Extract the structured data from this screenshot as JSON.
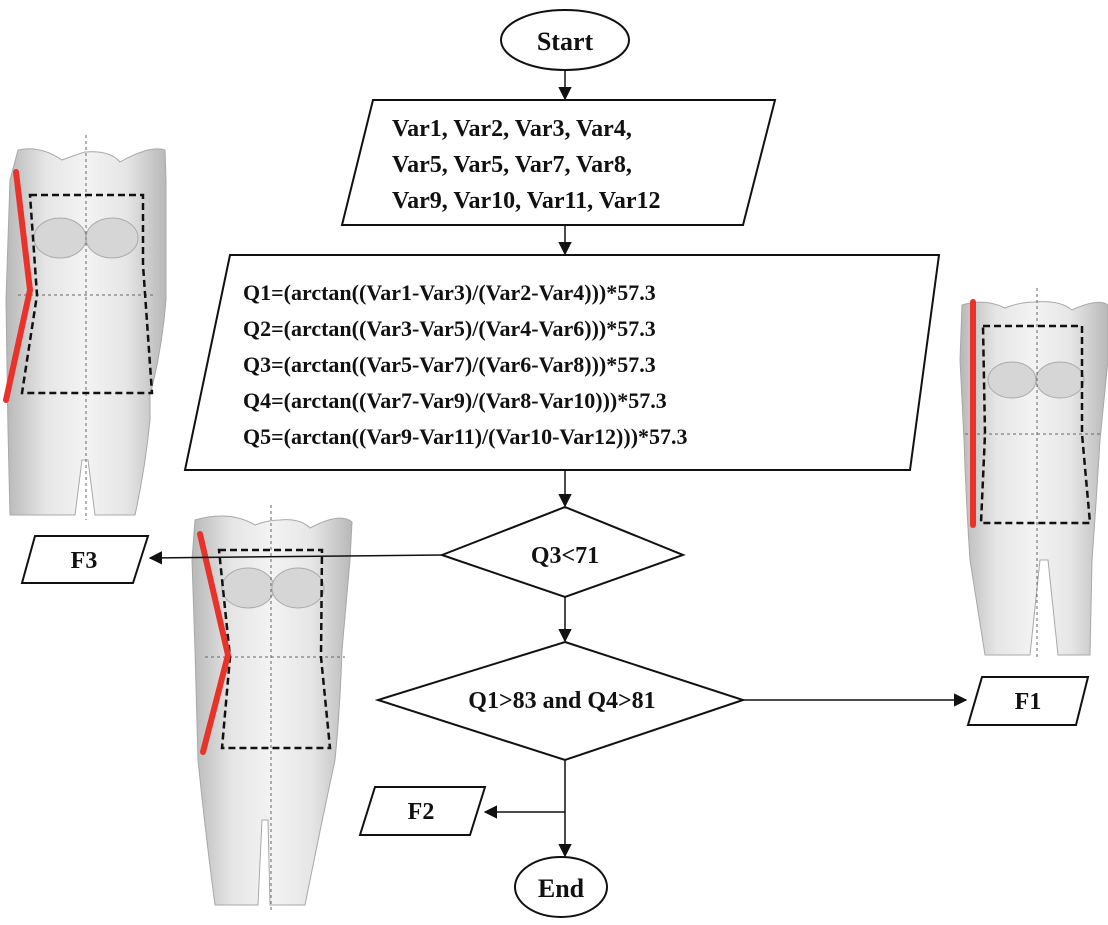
{
  "flowchart": {
    "start": "Start",
    "end": "End",
    "input_lines": [
      "Var1, Var2, Var3, Var4,",
      "Var5, Var5, Var7, Var8,",
      "Var9, Var10, Var11, Var12"
    ],
    "formula_lines": [
      "Q1=(arctan((Var1-Var3)/(Var2-Var4)))*57.3",
      "Q2=(arctan((Var3-Var5)/(Var4-Var6)))*57.3",
      "Q3=(arctan((Var5-Var7)/(Var6-Var8)))*57.3",
      "Q4=(arctan((Var7-Var9)/(Var8-Var10)))*57.3",
      "Q5=(arctan((Var9-Var11)/(Var10-Var12)))*57.3"
    ],
    "decision1": "Q3<71",
    "decision2": "Q1>83 and Q4>81",
    "out_f1": "F1",
    "out_f2": "F2",
    "out_f3": "F3"
  },
  "colors": {
    "line": "#111111",
    "body_fill": "#e4e4e4",
    "body_shade": "#bdbdbd",
    "highlight": "#e8332a"
  }
}
